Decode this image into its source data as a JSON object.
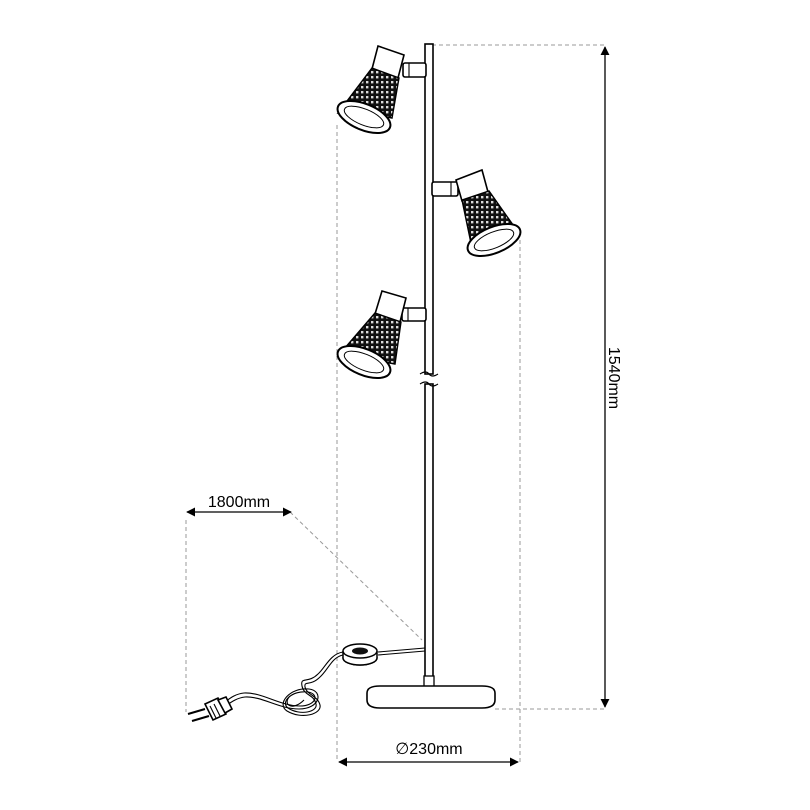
{
  "dimensions": {
    "height_label": "1540mm",
    "cable_label": "1800mm",
    "base_label": "∅230mm"
  },
  "colors": {
    "shade": "#111111",
    "dash": "#9a9a9a",
    "line": "#000000"
  }
}
